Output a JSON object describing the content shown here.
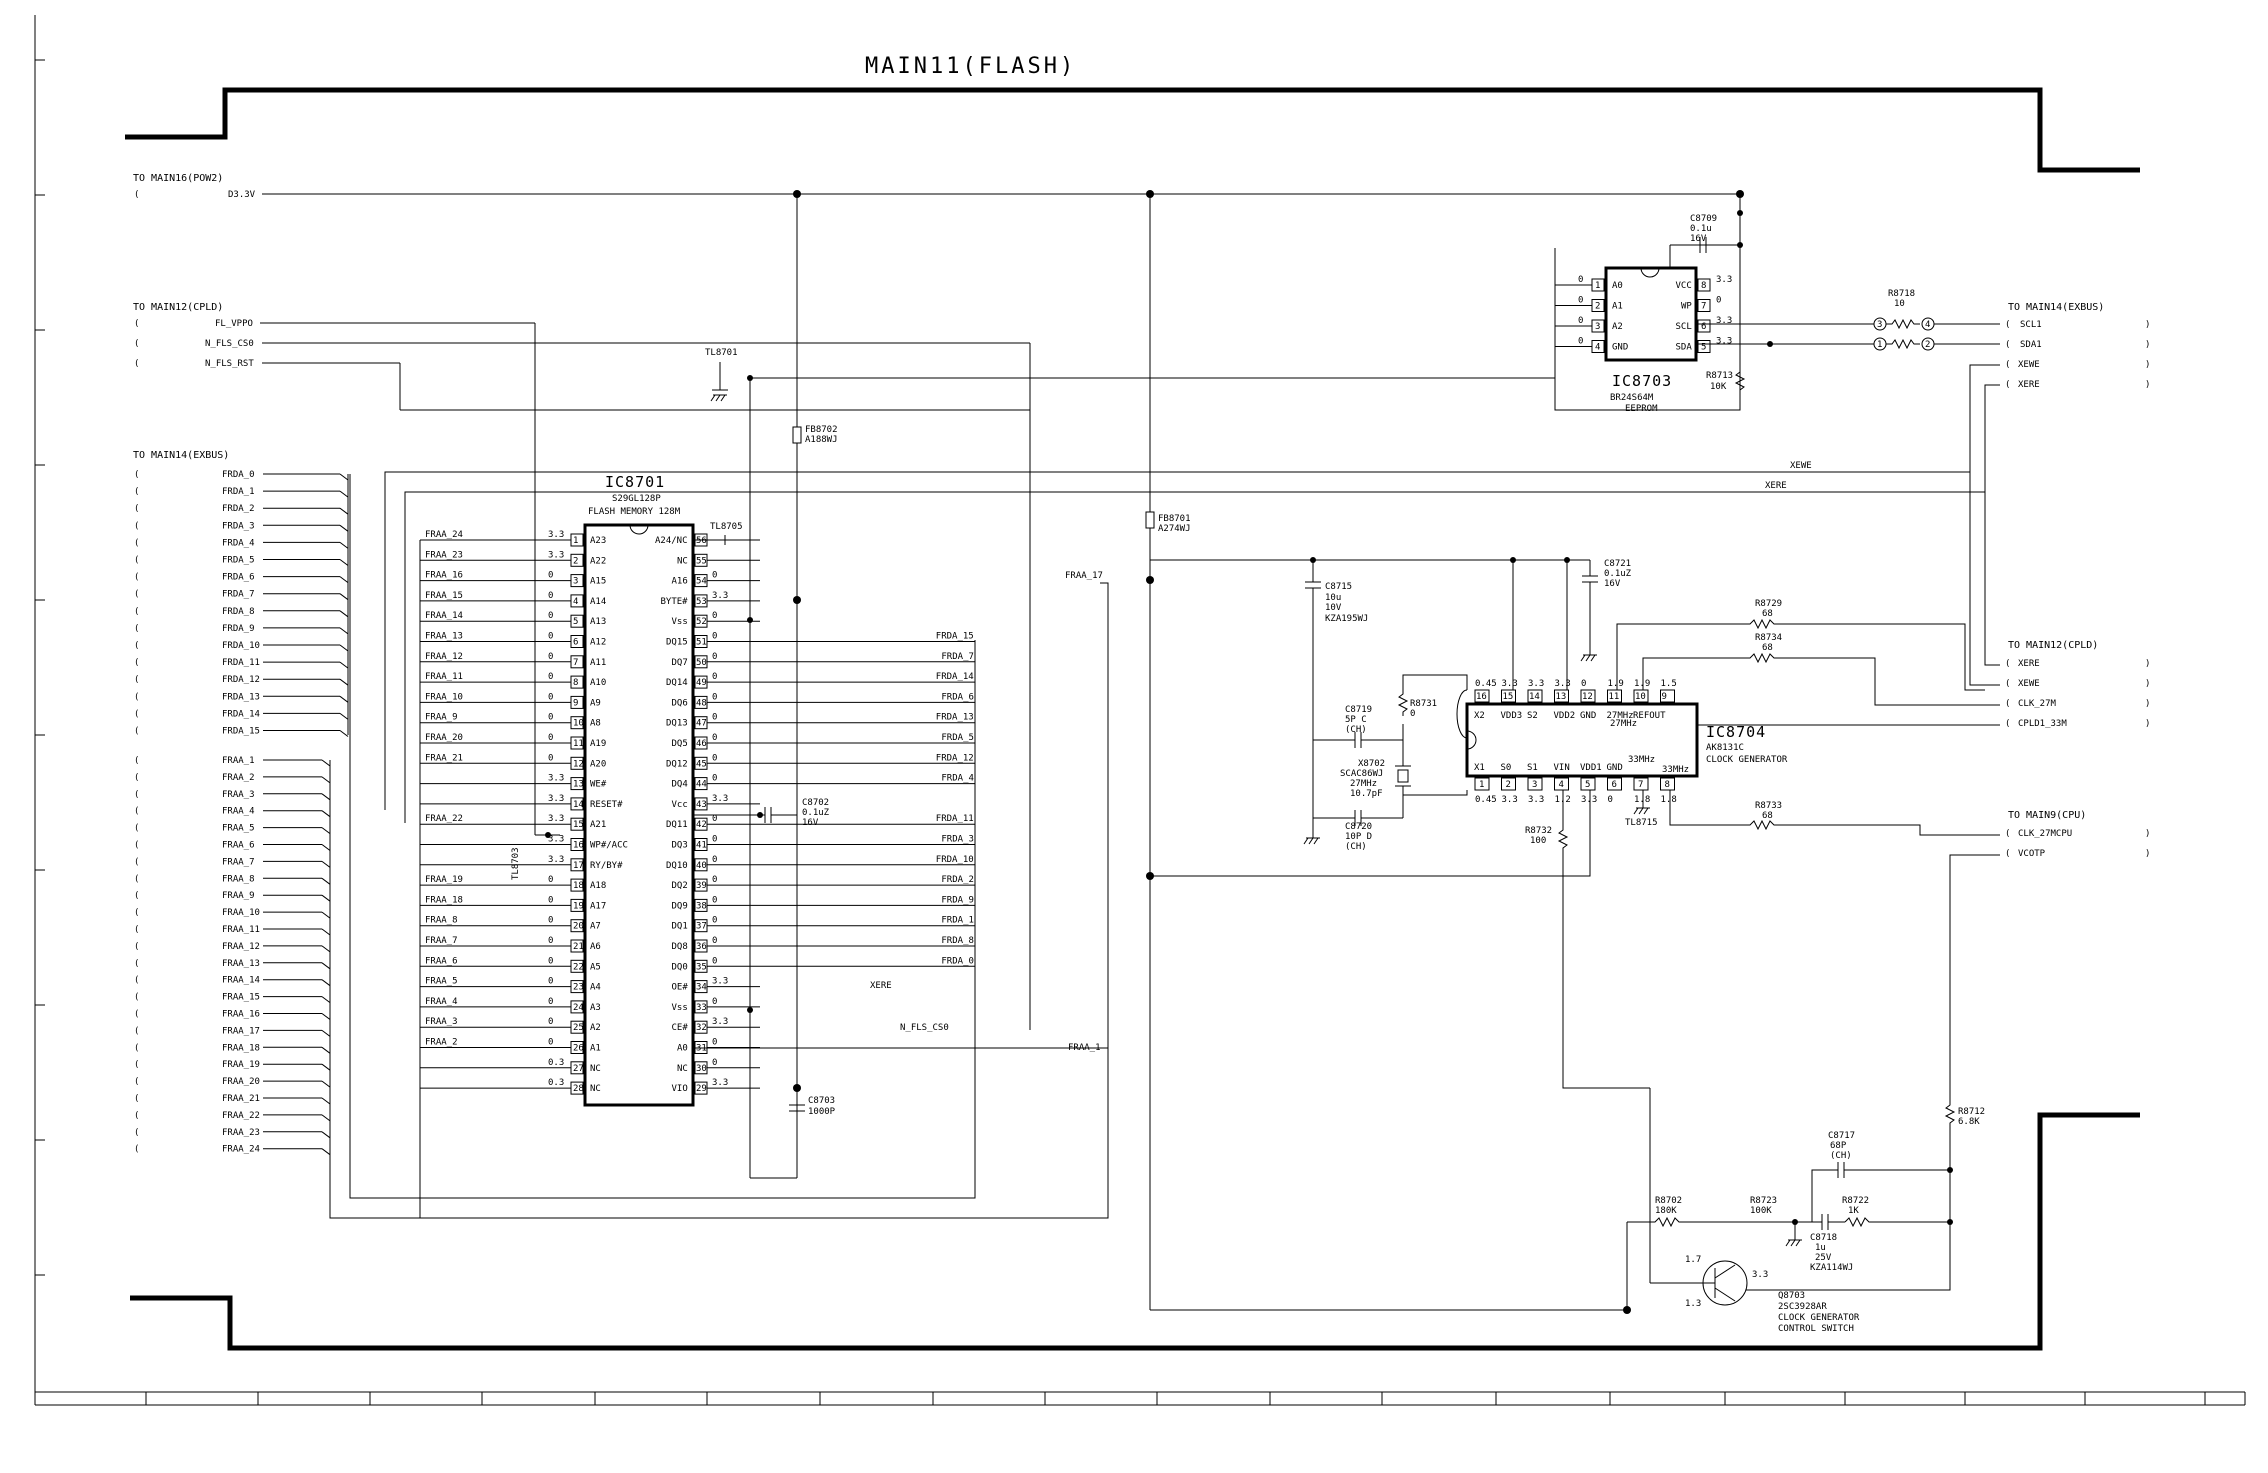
{
  "title": "MAIN11(FLASH)",
  "connectors": {
    "to_main16": "TO MAIN16(POW2)",
    "to_main12_left": "TO MAIN12(CPLD)",
    "to_main14_left": "TO MAIN14(EXBUS)",
    "to_main14_right": "TO MAIN14(EXBUS)",
    "to_main12_right": "TO MAIN12(CPLD)",
    "to_main9": "TO MAIN9(CPU)"
  },
  "nets": {
    "d33v": "D3.3V",
    "fl_vppo": "FL_VPPO",
    "n_fls_cs0": "N_FLS_CS0",
    "n_fls_rst": "N_FLS_RST",
    "scl1": "SCL1",
    "sda1": "SDA1",
    "xewe": "XEWE",
    "xere": "XERE",
    "clk_27m": "CLK_27M",
    "cpld1_33m": "CPLD1_33M",
    "clk_27mcpu": "CLK_27MCPU",
    "vcotp": "VCOTP",
    "fraa_17": "FRAA_17",
    "fraa_1": "FRAA_1"
  },
  "frda_left": [
    "FRDA_0",
    "FRDA_1",
    "FRDA_2",
    "FRDA_3",
    "FRDA_4",
    "FRDA_5",
    "FRDA_6",
    "FRDA_7",
    "FRDA_8",
    "FRDA_9",
    "FRDA_10",
    "FRDA_11",
    "FRDA_12",
    "FRDA_13",
    "FRDA_14",
    "FRDA_15"
  ],
  "fraa_left": [
    "FRAA_1",
    "FRAA_2",
    "FRAA_3",
    "FRAA_4",
    "FRAA_5",
    "FRAA_6",
    "FRAA_7",
    "FRAA_8",
    "FRAA_9",
    "FRAA_10",
    "FRAA_11",
    "FRAA_12",
    "FRAA_13",
    "FRAA_14",
    "FRAA_15",
    "FRAA_16",
    "FRAA_17",
    "FRAA_18",
    "FRAA_19",
    "FRAA_20",
    "FRAA_21",
    "FRAA_22",
    "FRAA_23",
    "FRAA_24"
  ],
  "ic8701": {
    "ref": "IC8701",
    "part": "S29GL128P",
    "desc": "FLASH MEMORY 128M",
    "left_pins": [
      {
        "num": "1",
        "name": "A23",
        "net": "FRAA_24",
        "v": "3.3"
      },
      {
        "num": "2",
        "name": "A22",
        "net": "FRAA_23",
        "v": "3.3"
      },
      {
        "num": "3",
        "name": "A15",
        "net": "FRAA_16",
        "v": "0"
      },
      {
        "num": "4",
        "name": "A14",
        "net": "FRAA_15",
        "v": "0"
      },
      {
        "num": "5",
        "name": "A13",
        "net": "FRAA_14",
        "v": "0"
      },
      {
        "num": "6",
        "name": "A12",
        "net": "FRAA_13",
        "v": "0"
      },
      {
        "num": "7",
        "name": "A11",
        "net": "FRAA_12",
        "v": "0"
      },
      {
        "num": "8",
        "name": "A10",
        "net": "FRAA_11",
        "v": "0"
      },
      {
        "num": "9",
        "name": "A9",
        "net": "FRAA_10",
        "v": "0"
      },
      {
        "num": "10",
        "name": "A8",
        "net": "FRAA_9",
        "v": "0"
      },
      {
        "num": "11",
        "name": "A19",
        "net": "FRAA_20",
        "v": "0"
      },
      {
        "num": "12",
        "name": "A20",
        "net": "FRAA_21",
        "v": "0"
      },
      {
        "num": "13",
        "name": "WE#",
        "net": "",
        "v": "3.3"
      },
      {
        "num": "14",
        "name": "RESET#",
        "net": "",
        "v": "3.3"
      },
      {
        "num": "15",
        "name": "A21",
        "net": "FRAA_22",
        "v": "3.3"
      },
      {
        "num": "16",
        "name": "WP#/ACC",
        "net": "",
        "v": "3.3"
      },
      {
        "num": "17",
        "name": "RY/BY#",
        "net": "",
        "v": "3.3"
      },
      {
        "num": "18",
        "name": "A18",
        "net": "FRAA_19",
        "v": "0"
      },
      {
        "num": "19",
        "name": "A17",
        "net": "FRAA_18",
        "v": "0"
      },
      {
        "num": "20",
        "name": "A7",
        "net": "FRAA_8",
        "v": "0"
      },
      {
        "num": "21",
        "name": "A6",
        "net": "FRAA_7",
        "v": "0"
      },
      {
        "num": "22",
        "name": "A5",
        "net": "FRAA_6",
        "v": "0"
      },
      {
        "num": "23",
        "name": "A4",
        "net": "FRAA_5",
        "v": "0"
      },
      {
        "num": "24",
        "name": "A3",
        "net": "FRAA_4",
        "v": "0"
      },
      {
        "num": "25",
        "name": "A2",
        "net": "FRAA_3",
        "v": "0"
      },
      {
        "num": "26",
        "name": "A1",
        "net": "FRAA_2",
        "v": "0"
      },
      {
        "num": "27",
        "name": "NC",
        "net": "",
        "v": "0.3"
      },
      {
        "num": "28",
        "name": "NC",
        "net": "",
        "v": "0.3"
      }
    ],
    "right_pins": [
      {
        "num": "56",
        "name": "A24/NC",
        "net": "",
        "v": ""
      },
      {
        "num": "55",
        "name": "NC",
        "net": "",
        "v": ""
      },
      {
        "num": "54",
        "name": "A16",
        "net": "FRAA_17",
        "v": "0"
      },
      {
        "num": "53",
        "name": "BYTE#",
        "net": "",
        "v": "3.3"
      },
      {
        "num": "52",
        "name": "Vss",
        "net": "",
        "v": "0"
      },
      {
        "num": "51",
        "name": "DQ15",
        "net": "FRDA_15",
        "v": "0"
      },
      {
        "num": "50",
        "name": "DQ7",
        "net": "FRDA_7",
        "v": "0"
      },
      {
        "num": "49",
        "name": "DQ14",
        "net": "FRDA_14",
        "v": "0"
      },
      {
        "num": "48",
        "name": "DQ6",
        "net": "FRDA_6",
        "v": "0"
      },
      {
        "num": "47",
        "name": "DQ13",
        "net": "FRDA_13",
        "v": "0"
      },
      {
        "num": "46",
        "name": "DQ5",
        "net": "FRDA_5",
        "v": "0"
      },
      {
        "num": "45",
        "name": "DQ12",
        "net": "FRDA_12",
        "v": "0"
      },
      {
        "num": "44",
        "name": "DQ4",
        "net": "FRDA_4",
        "v": "0"
      },
      {
        "num": "43",
        "name": "Vcc",
        "net": "",
        "v": "3.3"
      },
      {
        "num": "42",
        "name": "DQ11",
        "net": "FRDA_11",
        "v": "0"
      },
      {
        "num": "41",
        "name": "DQ3",
        "net": "FRDA_3",
        "v": "0"
      },
      {
        "num": "40",
        "name": "DQ10",
        "net": "FRDA_10",
        "v": "0"
      },
      {
        "num": "39",
        "name": "DQ2",
        "net": "FRDA_2",
        "v": "0"
      },
      {
        "num": "38",
        "name": "DQ9",
        "net": "FRDA_9",
        "v": "0"
      },
      {
        "num": "37",
        "name": "DQ1",
        "net": "FRDA_1",
        "v": "0"
      },
      {
        "num": "36",
        "name": "DQ8",
        "net": "FRDA_8",
        "v": "0"
      },
      {
        "num": "35",
        "name": "DQ0",
        "net": "FRDA_0",
        "v": "0"
      },
      {
        "num": "34",
        "name": "OE#",
        "net": "XERE",
        "v": "3.3"
      },
      {
        "num": "33",
        "name": "Vss",
        "net": "",
        "v": "0"
      },
      {
        "num": "32",
        "name": "CE#",
        "net": "N_FLS_CS0",
        "v": "3.3"
      },
      {
        "num": "31",
        "name": "A0",
        "net": "FRAA_1",
        "v": "0"
      },
      {
        "num": "30",
        "name": "NC",
        "net": "",
        "v": "0"
      },
      {
        "num": "29",
        "name": "VIO",
        "net": "",
        "v": "3.3"
      }
    ]
  },
  "ic8703": {
    "ref": "IC8703",
    "part": "BR24S64M",
    "desc": "EEPROM",
    "left_pins": [
      {
        "num": "1",
        "name": "A0",
        "v": "0"
      },
      {
        "num": "2",
        "name": "A1",
        "v": "0"
      },
      {
        "num": "3",
        "name": "A2",
        "v": "0"
      },
      {
        "num": "4",
        "name": "GND",
        "v": "0"
      }
    ],
    "right_pins": [
      {
        "num": "8",
        "name": "VCC",
        "v": "3.3"
      },
      {
        "num": "7",
        "name": "WP",
        "v": "0"
      },
      {
        "num": "6",
        "name": "SCL",
        "v": "3.3"
      },
      {
        "num": "5",
        "name": "SDA",
        "v": "3.3"
      }
    ]
  },
  "ic8704": {
    "ref": "IC8704",
    "part": "AK8131C",
    "desc": "CLOCK GENERATOR",
    "top_pins": [
      {
        "num": "16",
        "name": "X2",
        "v": "0.45"
      },
      {
        "num": "15",
        "name": "VDD3",
        "v": "3.3"
      },
      {
        "num": "14",
        "name": "S2",
        "v": "3.3"
      },
      {
        "num": "13",
        "name": "VDD2",
        "v": "3.3"
      },
      {
        "num": "12",
        "name": "GND",
        "v": "0"
      },
      {
        "num": "11",
        "name": "27MHz",
        "v": "1.9"
      },
      {
        "num": "10",
        "name": "REFOUT",
        "v": "1.9"
      },
      {
        "num": "9",
        "name": "",
        "v": "1.5"
      }
    ],
    "bottom_pins": [
      {
        "num": "1",
        "name": "X1",
        "v": "0.45"
      },
      {
        "num": "2",
        "name": "S0",
        "v": "3.3"
      },
      {
        "num": "3",
        "name": "S1",
        "v": "3.3"
      },
      {
        "num": "4",
        "name": "VIN",
        "v": "1.2"
      },
      {
        "num": "5",
        "name": "VDD1",
        "v": "3.3"
      },
      {
        "num": "6",
        "name": "GND",
        "v": "0"
      },
      {
        "num": "7",
        "name": "",
        "v": "1.8"
      },
      {
        "num": "8",
        "name": "",
        "v": "1.8"
      }
    ],
    "inner_27mhz": "27MHz",
    "inner_33mhz_a": "33MHz",
    "inner_33mhz_b": "33MHz"
  },
  "components": {
    "tl8701": "TL8701",
    "tl8703": "TL8703",
    "tl8705": "TL8705",
    "tl8715": "TL8715",
    "fb8702": [
      "FB8702",
      "A188WJ"
    ],
    "fb8701": [
      "FB8701",
      "A274WJ"
    ],
    "c8702": [
      "C8702",
      "0.1uZ",
      "16V"
    ],
    "c8703": [
      "C8703",
      "1000P"
    ],
    "c8709": [
      "C8709",
      "0.1u",
      "16V"
    ],
    "r8718": [
      "R8718",
      "10"
    ],
    "r8713": [
      "R8713",
      "10K"
    ],
    "c8715": [
      "C8715",
      "10u",
      "10V",
      "KZA195WJ"
    ],
    "c8721": [
      "C8721",
      "0.1uZ",
      "16V"
    ],
    "r8729": [
      "R8729",
      "68"
    ],
    "r8734": [
      "R8734",
      "68"
    ],
    "r8731": [
      "R8731",
      "0"
    ],
    "c8719": [
      "C8719",
      "5P C",
      "(CH)"
    ],
    "x8702": [
      "X8702",
      "SCAC86WJ",
      "27MHz",
      "10.7pF"
    ],
    "c8720": [
      "C8720",
      "10P D",
      "(CH)"
    ],
    "r8733": [
      "R8733",
      "68"
    ],
    "r8732": [
      "R8732",
      "100"
    ],
    "r8712": [
      "R8712",
      "6.8K"
    ],
    "c8717": [
      "C8717",
      "68P",
      "(CH)"
    ],
    "r8702": [
      "R8702",
      "180K"
    ],
    "r8723": [
      "R8723",
      "100K"
    ],
    "r8722": [
      "R8722",
      "1K"
    ],
    "c8718": [
      "C8718",
      "1u",
      "25V",
      "KZA114WJ"
    ],
    "q8703": [
      "Q8703",
      "2SC3928AR",
      "CLOCK GENERATOR",
      "CONTROL SWITCH"
    ],
    "q_v1": "1.7",
    "q_v2": "3.3",
    "q_v3": "1.3",
    "r8718_p1": "3",
    "r8718_p2": "4",
    "r8718_p3": "1",
    "r8718_p4": "2"
  }
}
